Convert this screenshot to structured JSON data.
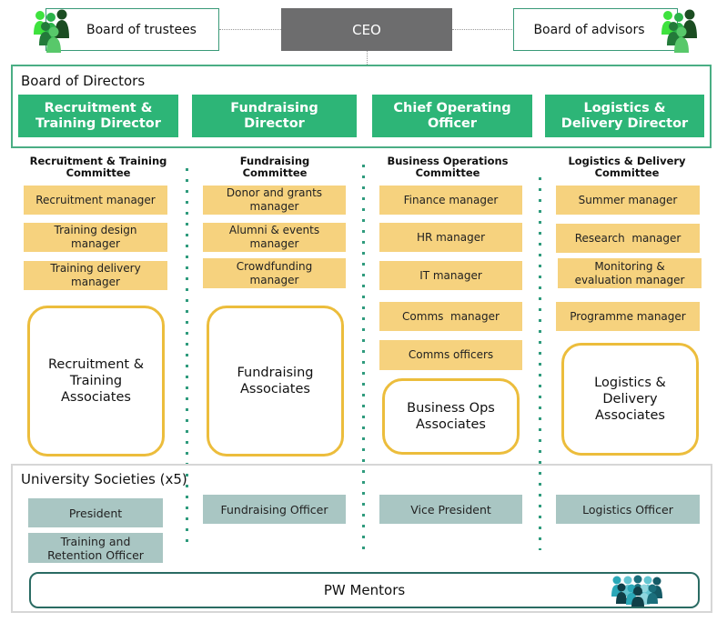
{
  "top": {
    "trustees": {
      "label": "Board of trustees",
      "icon": "people-group-icon"
    },
    "ceo": {
      "label": "CEO"
    },
    "advisors": {
      "label": "Board of advisors",
      "icon": "people-group-icon"
    }
  },
  "board_of_directors": {
    "title": "Board of Directors",
    "directors": [
      {
        "line1": "Recruitment &",
        "line2": "Training Director"
      },
      {
        "line1": "Fundraising",
        "line2": "Director"
      },
      {
        "line1": "Chief Operating",
        "line2": "Officer"
      },
      {
        "line1": "Logistics &",
        "line2": "Delivery Director"
      }
    ]
  },
  "committees": [
    {
      "title_line1": "Recruitment & Training",
      "title_line2": "Committee",
      "managers": [
        {
          "line1": "Recruitment manager",
          "line2": ""
        },
        {
          "line1": "Training design",
          "line2": "manager"
        },
        {
          "line1": "Training delivery",
          "line2": "manager"
        }
      ],
      "associates": {
        "line1": "Recruitment &",
        "line2": "Training",
        "line3": "Associates"
      }
    },
    {
      "title_line1": "Fundraising",
      "title_line2": "Committee",
      "managers": [
        {
          "line1": "Donor and grants",
          "line2": "manager"
        },
        {
          "line1": "Alumni & events",
          "line2": "manager"
        },
        {
          "line1": "Crowdfunding",
          "line2": "manager"
        }
      ],
      "associates": {
        "line1": "Fundraising",
        "line2": "Associates",
        "line3": ""
      }
    },
    {
      "title_line1": "Business Operations",
      "title_line2": "Committee",
      "managers": [
        {
          "line1": "Finance manager",
          "line2": ""
        },
        {
          "line1": "HR manager",
          "line2": ""
        },
        {
          "line1": "IT manager",
          "line2": ""
        },
        {
          "line1": "Comms  manager",
          "line2": ""
        },
        {
          "line1": "Comms officers",
          "line2": ""
        }
      ],
      "associates": {
        "line1": "Business Ops",
        "line2": "Associates",
        "line3": ""
      }
    },
    {
      "title_line1": "Logistics & Delivery",
      "title_line2": "Committee",
      "managers": [
        {
          "line1": "Summer manager",
          "line2": ""
        },
        {
          "line1": "Research  manager",
          "line2": ""
        },
        {
          "line1": "Monitoring &",
          "line2": "evaluation manager"
        },
        {
          "line1": "Programme manager",
          "line2": ""
        }
      ],
      "associates": {
        "line1": "Logistics &",
        "line2": "Delivery",
        "line3": "Associates"
      }
    }
  ],
  "university_societies": {
    "title": "University Societies (x5)",
    "officers": [
      {
        "line1": "President",
        "line2": ""
      },
      {
        "line1": "Training and",
        "line2": "Retention Officer"
      },
      {
        "line1": "Fundraising Officer",
        "line2": ""
      },
      {
        "line1": "Vice President",
        "line2": ""
      },
      {
        "line1": "Logistics Officer",
        "line2": ""
      }
    ]
  },
  "mentors": {
    "label": "PW Mentors",
    "icon": "people-crowd-icon"
  },
  "colors": {
    "director_green": "#2db577",
    "manager_yellow": "#f6d27e",
    "associate_border": "#ecbd3c",
    "officer_teal": "#a9c6c3",
    "ceo_gray": "#6d6d6e",
    "separator_green": "#2f9b7d"
  }
}
